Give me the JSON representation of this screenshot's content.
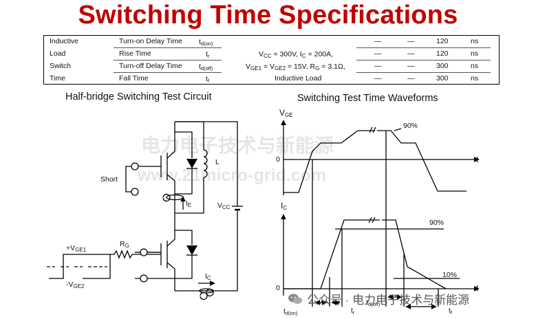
{
  "title": "Switching Time Specifications",
  "table": {
    "rows": [
      {
        "group": "Inductive",
        "param": "Turn-on Delay Time",
        "sym": "t",
        "sym_sub": "d(on)",
        "min": "—",
        "typ": "—",
        "max": "120",
        "unit": "ns"
      },
      {
        "group": "Load",
        "param": "Rise Time",
        "sym": "t",
        "sym_sub": "r",
        "min": "—",
        "typ": "—",
        "max": "120",
        "unit": "ns"
      },
      {
        "group": "Switch",
        "param": "Turn-off Delay Time",
        "sym": "t",
        "sym_sub": "d(off)",
        "min": "—",
        "typ": "—",
        "max": "300",
        "unit": "ns"
      },
      {
        "group": "Time",
        "param": "Fall Time",
        "sym": "t",
        "sym_sub": "f",
        "min": "—",
        "typ": "—",
        "max": "300",
        "unit": "ns"
      }
    ],
    "cond1": {
      "a": "V",
      "a_sub": "CC",
      "b": " = 300V, I",
      "b_sub": "C",
      "c": " = 200A,"
    },
    "cond2": {
      "a": "V",
      "a_sub": "GE1",
      "b": " = V",
      "b_sub": "GE2",
      "c": " = 15V, R",
      "c_sub": "G",
      "d": " = 3.1Ω,"
    },
    "cond3": "Inductive Load"
  },
  "circuit": {
    "heading": "Half-bridge Switching Test Circuit",
    "short": "Short",
    "l": "L",
    "ie": "I",
    "ie_sub": "E",
    "vcc": "V",
    "vcc_sub": "CC",
    "rg": "R",
    "rg_sub": "G",
    "vge1": "+V",
    "vge1_sub": "GE1",
    "vge2": "-V",
    "vge2_sub": "GE2",
    "ic": "I",
    "ic_sub": "C"
  },
  "waveforms": {
    "heading": "Switching Test Time Waveforms",
    "vge": "V",
    "vge_sub": "GE",
    "zero_top": "0",
    "t_top": "t",
    "pct90_top": "90%",
    "ic": "I",
    "ic_sub": "C",
    "pct90_bot": "90%",
    "pct10": "10%",
    "zero_bot": "0",
    "t_bot": "t",
    "td_on": "t",
    "td_on_sub": "d(on)",
    "tr": "t",
    "tr_sub": "r",
    "td_off": "t",
    "td_off_sub": "d(off)",
    "tf": "t",
    "tf_sub": "f"
  },
  "watermark": {
    "cn": "电力电子技术与新能源",
    "url": "www.21micro-grid.com"
  },
  "footer": {
    "text": "公众号 · 电力电子技术与新能源",
    "icon": "wechat-icon"
  }
}
